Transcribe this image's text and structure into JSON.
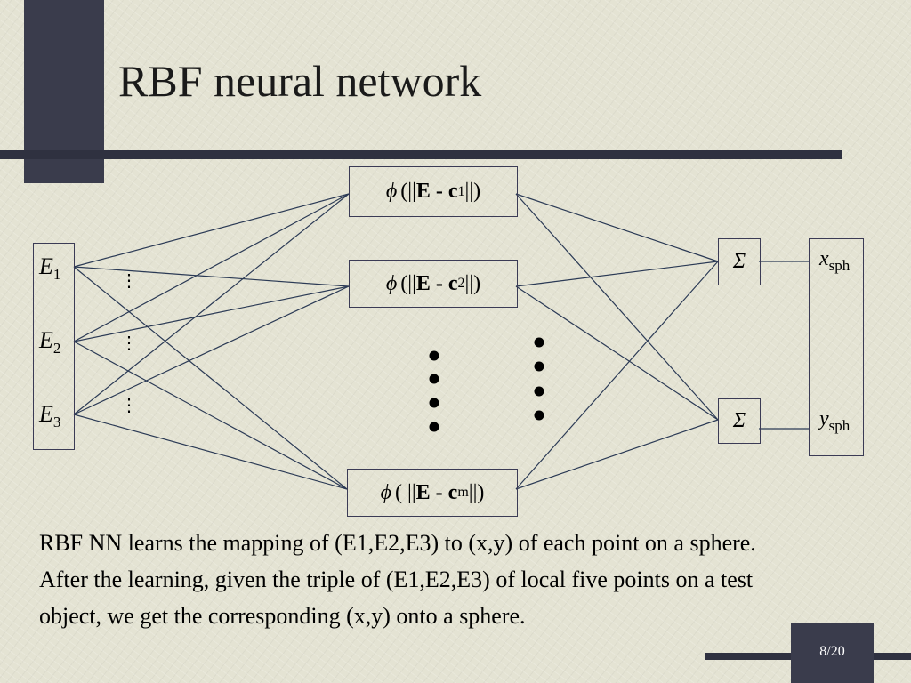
{
  "slide": {
    "title": "RBF neural network",
    "page_number": "8/20"
  },
  "diagram": {
    "inputs": [
      {
        "base": "E",
        "sub": "1"
      },
      {
        "base": "E",
        "sub": "2"
      },
      {
        "base": "E",
        "sub": "3"
      }
    ],
    "input_dots": "⋮",
    "rbf_units": [
      {
        "phi": "ϕ",
        "open": "(||",
        "expr": "E - c",
        "sub": "1",
        "close": "||)"
      },
      {
        "phi": "ϕ",
        "open": "(||",
        "expr": "E - c",
        "sub": "2",
        "close": "||)"
      },
      {
        "phi": "ϕ",
        "open": "( ||",
        "expr": "E - c",
        "sub": "m",
        "close": "||)"
      }
    ],
    "summation_symbol": "Σ",
    "outputs": [
      {
        "base": "x",
        "sub": "sph"
      },
      {
        "base": "y",
        "sub": "sph"
      }
    ]
  },
  "body": {
    "paragraph": "RBF NN learns the mapping of (E1,E2,E3) to (x,y) of each point on a sphere.  After the learning, given the triple of (E1,E2,E3) of local five points on a test object, we get the corresponding (x,y) onto a sphere."
  }
}
